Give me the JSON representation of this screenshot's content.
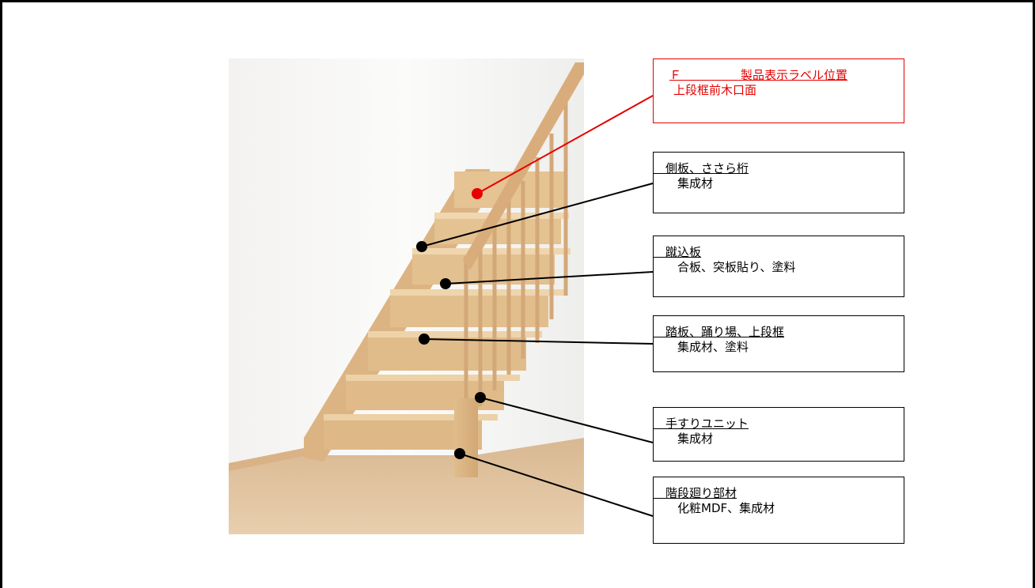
{
  "labels": [
    {
      "line1": "Ｆ　　　　　製品表示ラベル位置",
      "line2": "上段框前木口面",
      "color": "#e60000"
    },
    {
      "line1": "　側板、ささら桁",
      "line2": "集成材",
      "color": "#000000"
    },
    {
      "line1": "　蹴込板",
      "line2": "合板、突板貼り、塗料",
      "color": "#000000"
    },
    {
      "line1": "　踏板、踊り場、上段框",
      "line2": "集成材、塗料",
      "color": "#000000"
    },
    {
      "line1": "　手すりユニット",
      "line2": "集成材",
      "color": "#000000"
    },
    {
      "line1": "　階段廻り部材",
      "line2": "化粧MDF、集成材",
      "color": "#000000"
    }
  ]
}
